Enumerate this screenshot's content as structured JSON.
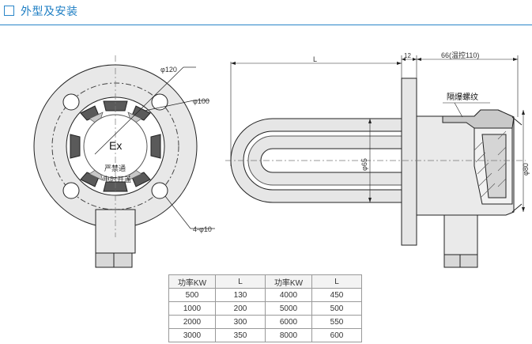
{
  "header": {
    "title": "外型及安装"
  },
  "diagram": {
    "flange_label": "Ex",
    "center_text_1": "严禁通",
    "center_text_2": "电时开盖",
    "dim_outer": "φ120",
    "dim_bolt_circle": "φ100",
    "dim_holes": "4-φ10",
    "dim_L": "L",
    "dim_12": "12",
    "dim_66": "66(温控110)",
    "dim_phi80": "φ80",
    "dim_phi65": "φ65",
    "thread_label": "隔爆螺纹"
  },
  "table": {
    "headers": [
      "功率KW",
      "L",
      "功率KW",
      "L"
    ],
    "rows": [
      [
        "500",
        "130",
        "4000",
        "450"
      ],
      [
        "1000",
        "200",
        "5000",
        "500"
      ],
      [
        "2000",
        "300",
        "6000",
        "550"
      ],
      [
        "3000",
        "350",
        "8000",
        "600"
      ]
    ]
  },
  "colors": {
    "accent": "#1f7fc4",
    "line": "#222222",
    "fill": "#e6e6e6"
  }
}
